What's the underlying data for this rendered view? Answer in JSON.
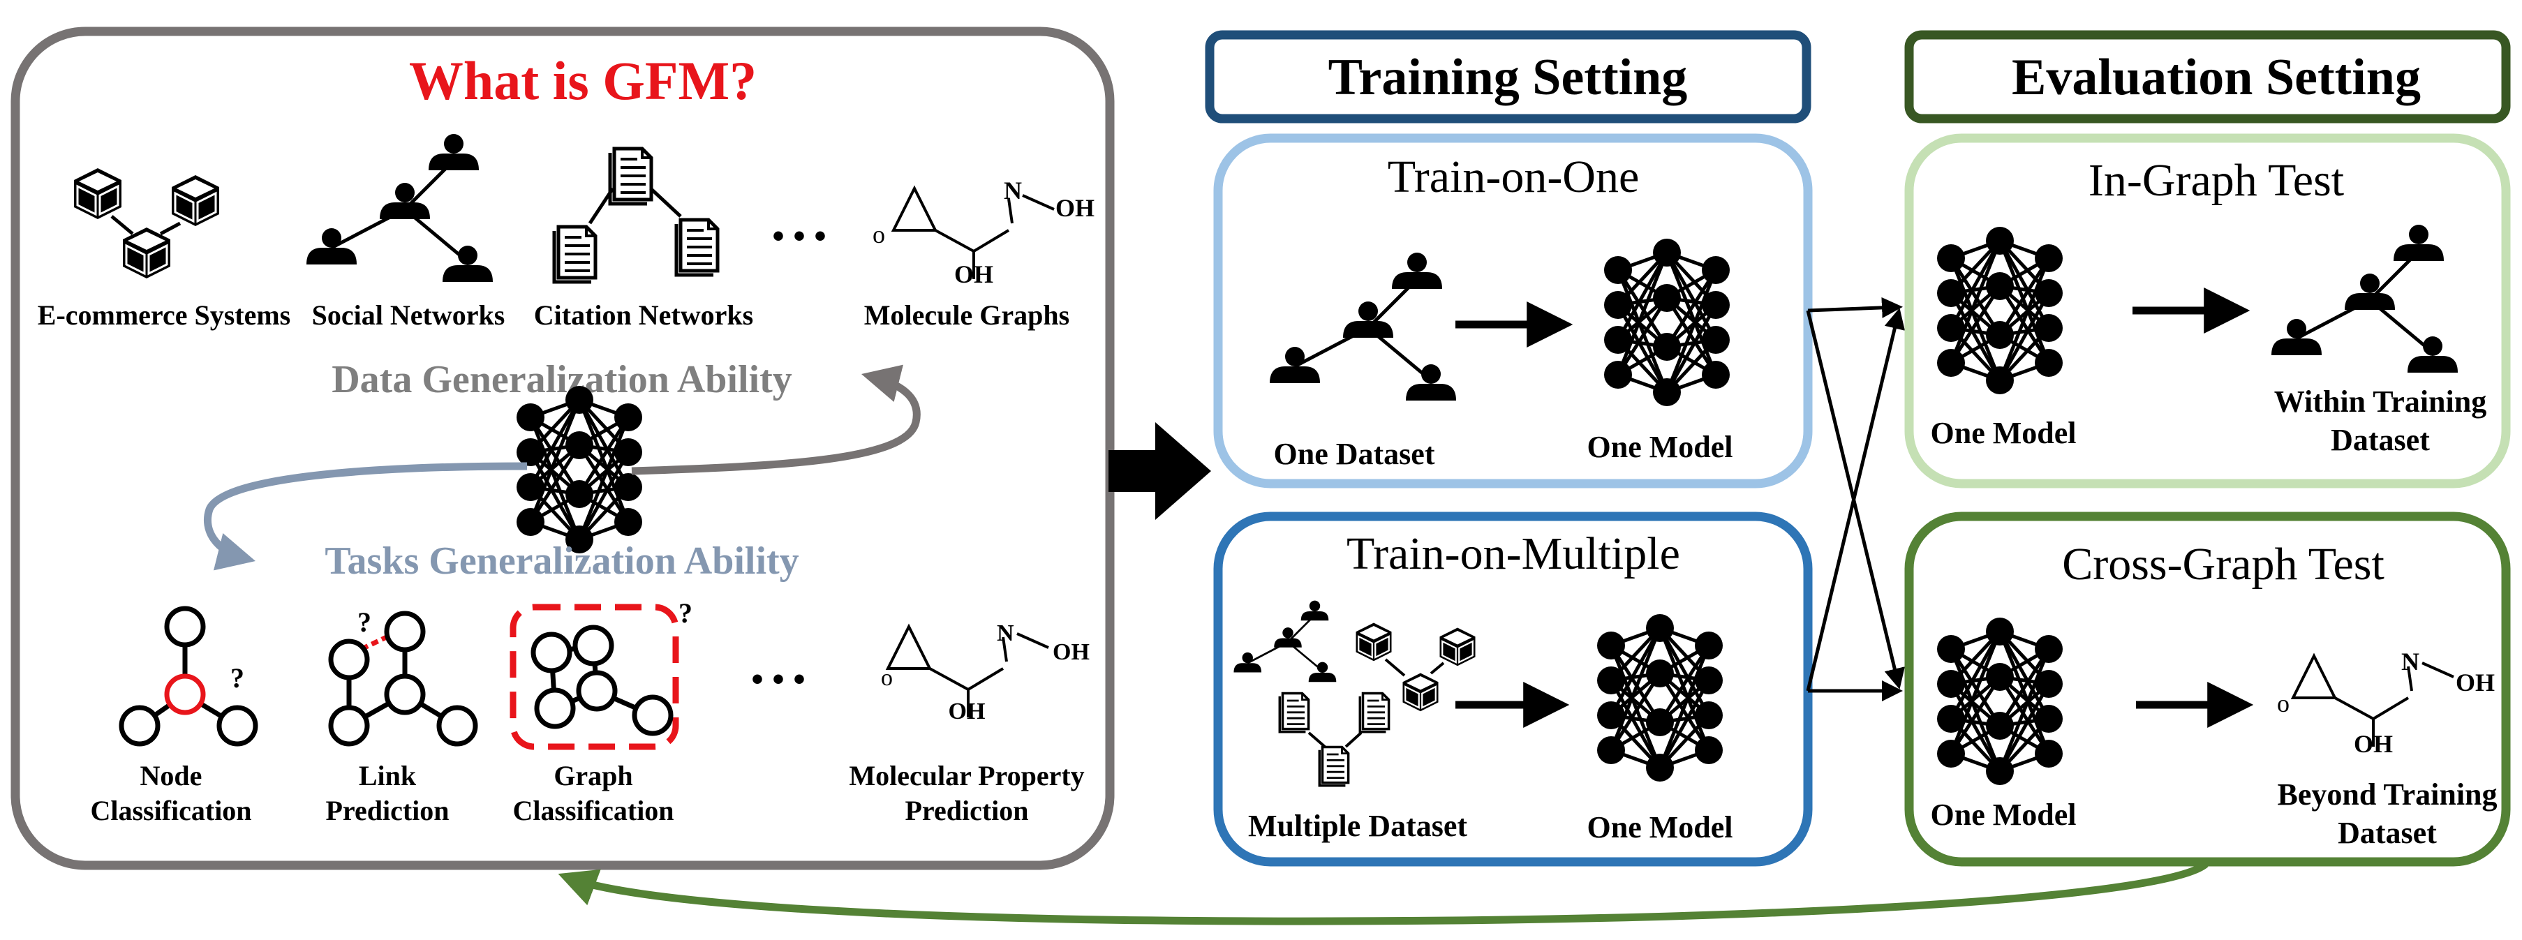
{
  "gfm": {
    "title": "What is GFM?",
    "domains": [
      "E-commerce Systems",
      "Social Networks",
      "Citation Networks",
      "Molecule Graphs"
    ],
    "data_ability": "Data Generalization Ability",
    "task_ability": "Tasks Generalization Ability",
    "tasks": [
      {
        "line1": "Node",
        "line2": "Classification"
      },
      {
        "line1": "Link",
        "line2": "Prediction"
      },
      {
        "line1": "Graph",
        "line2": "Classification"
      },
      {
        "line1": "Molecular Property",
        "line2": "Prediction"
      }
    ],
    "question_mark": "?",
    "ellipsis": "• • •",
    "mol_o": "o",
    "mol_n": "N",
    "mol_oh": "OH",
    "mol_oh_n": "OH"
  },
  "training": {
    "header": "Training Setting",
    "one": {
      "title": "Train-on-One",
      "data_label": "One Dataset",
      "model_label": "One Model"
    },
    "multiple": {
      "title": "Train-on-Multiple",
      "data_label": "Multiple Dataset",
      "model_label": "One Model"
    }
  },
  "evaluation": {
    "header": "Evaluation Setting",
    "in_graph": {
      "title": "In-Graph Test",
      "model_label": "One Model",
      "data_line1": "Within Training",
      "data_line2": "Dataset"
    },
    "cross_graph": {
      "title": "Cross-Graph Test",
      "model_label": "One Model",
      "data_line1": "Beyond Training",
      "data_line2": "Dataset"
    }
  },
  "colors": {
    "gfm_border": "#777373",
    "title_red": "#e8151b",
    "data_gray": "#7f7f7f",
    "task_blue": "#8497b0",
    "training_header": "#1f4e79",
    "train_one": "#9dc3e6",
    "train_multi": "#2e75b6",
    "eval_header": "#385723",
    "in_graph": "#c5e0b4",
    "cross_graph": "#548235"
  }
}
